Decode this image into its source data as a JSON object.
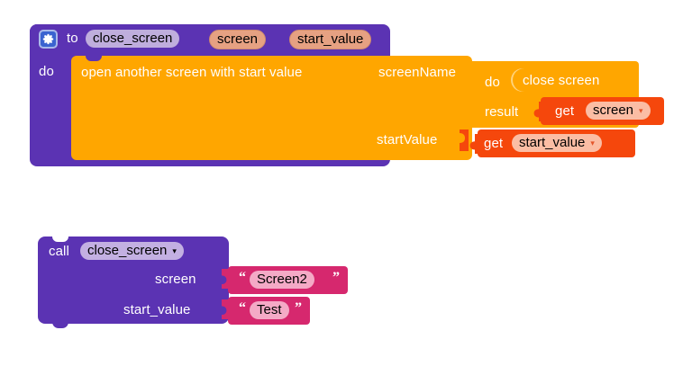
{
  "app": {
    "name": "MIT App Inventor Blocks Editor",
    "background_color": "#ffffff"
  },
  "colors": {
    "procedure_purple": "#5b33b3",
    "control_orange": "#ffa600",
    "variable_red_orange": "#f5470c",
    "text_pink": "#d6286e",
    "param_salmon": "#e6a182",
    "field_lavender": "#bfaedd",
    "field_peach": "#fbbda4",
    "field_pink": "#f4aac6",
    "gear_blue": "#3a63d0"
  },
  "blocks": {
    "procedure_definition": {
      "icon": "gear-icon",
      "keyword": "to",
      "procedure_name": "close_screen",
      "parameters": [
        "screen",
        "start_value"
      ],
      "body_keyword": "do",
      "body": {
        "open_screen": {
          "title": "open another screen with start value",
          "sockets": [
            {
              "label": "screenName"
            },
            {
              "label": "startValue"
            }
          ]
        },
        "do_result": {
          "do_label": "do",
          "result_label": "result",
          "do_statement": "close screen",
          "result_value": {
            "keyword": "get",
            "variable": "screen",
            "caret": "▾"
          }
        },
        "start_value_arg": {
          "keyword": "get",
          "variable": "start_value",
          "caret": "▾"
        }
      }
    },
    "procedure_call": {
      "keyword": "call",
      "procedure_name": "close_screen",
      "caret": "▾",
      "arguments": [
        {
          "label": "screen",
          "value": "Screen2",
          "open_quote": "“",
          "close_quote": "”"
        },
        {
          "label": "start_value",
          "value": "Test",
          "open_quote": "“",
          "close_quote": "”"
        }
      ]
    }
  }
}
